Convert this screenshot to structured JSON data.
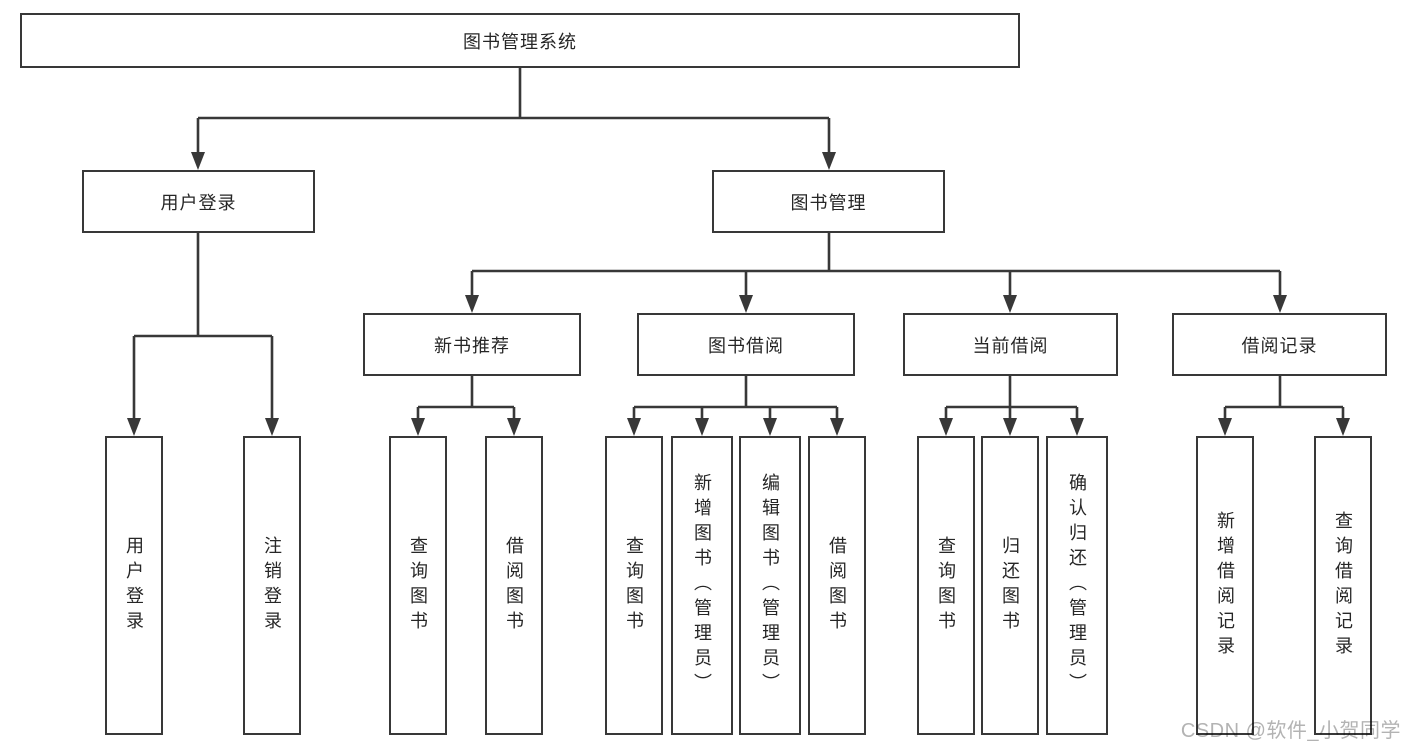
{
  "diagram": {
    "type": "hierarchy-tree",
    "tree": {
      "label": "图书管理系统",
      "children": [
        {
          "label": "用户登录",
          "children": [
            {
              "label": "用户登录"
            },
            {
              "label": "注销登录"
            }
          ]
        },
        {
          "label": "图书管理",
          "children": [
            {
              "label": "新书推荐",
              "children": [
                {
                  "label": "查询图书"
                },
                {
                  "label": "借阅图书"
                }
              ]
            },
            {
              "label": "图书借阅",
              "children": [
                {
                  "label": "查询图书"
                },
                {
                  "label": "新增图书（管理员）"
                },
                {
                  "label": "编辑图书（管理员）"
                },
                {
                  "label": "借阅图书"
                }
              ]
            },
            {
              "label": "当前借阅",
              "children": [
                {
                  "label": "查询图书"
                },
                {
                  "label": "归还图书"
                },
                {
                  "label": "确认归还（管理员）"
                }
              ]
            },
            {
              "label": "借阅记录",
              "children": [
                {
                  "label": "新增借阅记录"
                },
                {
                  "label": "查询借阅记录"
                }
              ]
            }
          ]
        }
      ]
    },
    "watermark": "CSDN @软件_小贺同学",
    "colors": {
      "line": "#383838",
      "box_border": "#383838",
      "box_fill": "#ffffff",
      "text": "#262626",
      "watermark": "#b3b3b3",
      "background": "#ffffff"
    }
  }
}
